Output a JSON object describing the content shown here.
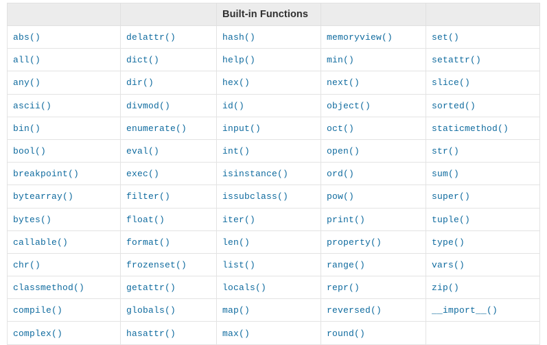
{
  "table": {
    "title": "Built-in Functions",
    "title_column_index": 2,
    "header_cells": [
      "",
      "",
      "Built-in Functions",
      "",
      ""
    ],
    "columns": 5,
    "rows": 14,
    "accent_link_color": "#0e6a9e",
    "header_background_color": "#ececec",
    "border_color": "#e3e3e3",
    "body": [
      [
        "abs()",
        "delattr()",
        "hash()",
        "memoryview()",
        "set()"
      ],
      [
        "all()",
        "dict()",
        "help()",
        "min()",
        "setattr()"
      ],
      [
        "any()",
        "dir()",
        "hex()",
        "next()",
        "slice()"
      ],
      [
        "ascii()",
        "divmod()",
        "id()",
        "object()",
        "sorted()"
      ],
      [
        "bin()",
        "enumerate()",
        "input()",
        "oct()",
        "staticmethod()"
      ],
      [
        "bool()",
        "eval()",
        "int()",
        "open()",
        "str()"
      ],
      [
        "breakpoint()",
        "exec()",
        "isinstance()",
        "ord()",
        "sum()"
      ],
      [
        "bytearray()",
        "filter()",
        "issubclass()",
        "pow()",
        "super()"
      ],
      [
        "bytes()",
        "float()",
        "iter()",
        "print()",
        "tuple()"
      ],
      [
        "callable()",
        "format()",
        "len()",
        "property()",
        "type()"
      ],
      [
        "chr()",
        "frozenset()",
        "list()",
        "range()",
        "vars()"
      ],
      [
        "classmethod()",
        "getattr()",
        "locals()",
        "repr()",
        "zip()"
      ],
      [
        "compile()",
        "globals()",
        "map()",
        "reversed()",
        "__import__()"
      ],
      [
        "complex()",
        "hasattr()",
        "max()",
        "round()",
        ""
      ]
    ]
  }
}
